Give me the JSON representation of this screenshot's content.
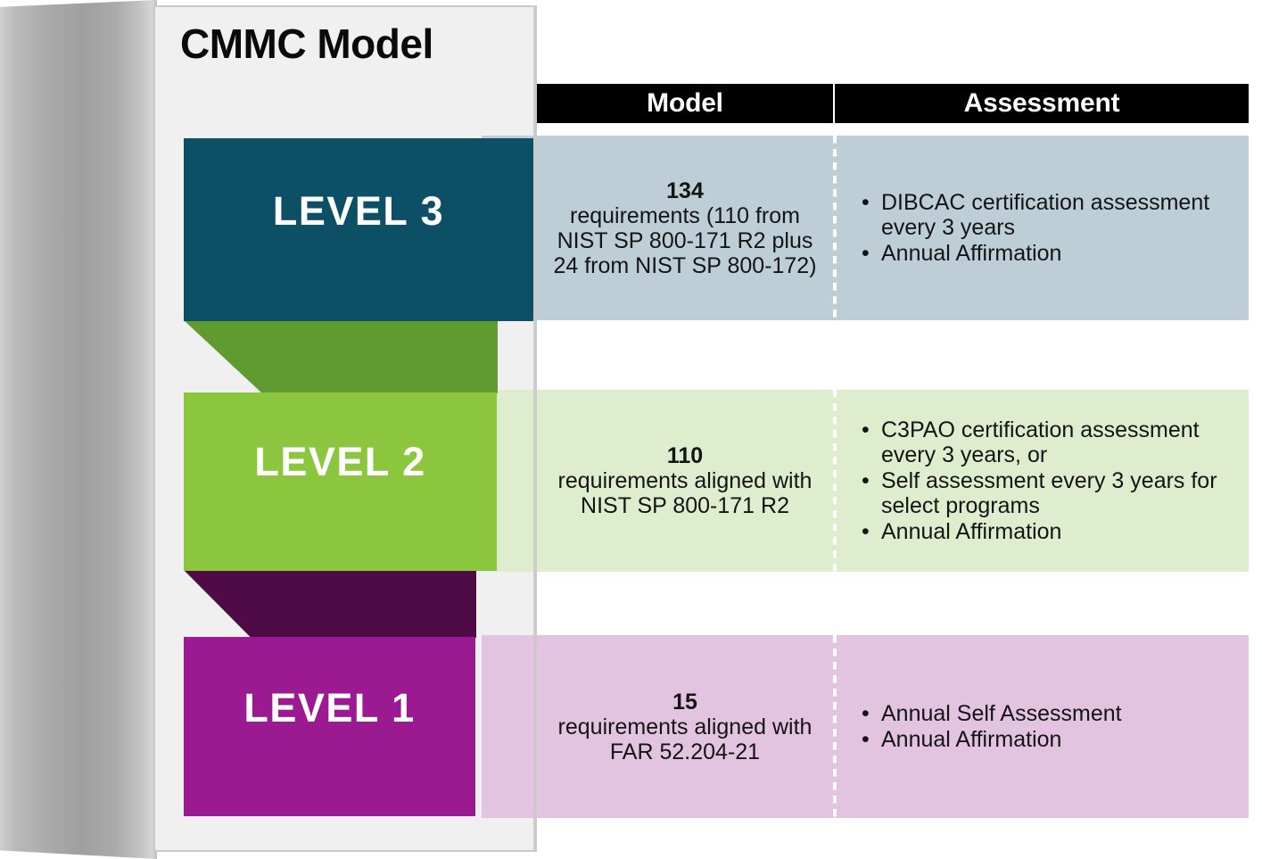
{
  "title": "CMMC Model",
  "colors": {
    "level3": "#0d5066",
    "level3_band": "#bdced6",
    "level3_connector": "#5f9b2e",
    "level2": "#8cc63f",
    "level2_band": "#dfedcf",
    "level2_connector": "#4e0b45",
    "level1": "#9c1a91",
    "level1_band": "#e3c4e0",
    "header_bg": "#000000",
    "header_text": "#ffffff",
    "panel_bg": "#f0f0f0"
  },
  "header": {
    "model": "Model",
    "assessment": "Assessment"
  },
  "levels": [
    {
      "label": "LEVEL 3",
      "model": {
        "count": "134",
        "description": "requirements (110 from NIST SP 800-171 R2 plus 24 from NIST SP 800-172)"
      },
      "assessment": [
        "DIBCAC certification assessment every 3 years",
        "Annual Affirmation"
      ]
    },
    {
      "label": "LEVEL 2",
      "model": {
        "count": "110",
        "description": "requirements aligned with NIST SP 800-171 R2"
      },
      "assessment": [
        "C3PAO certification assessment every 3 years, or",
        "Self assessment every 3 years for select programs",
        "Annual Affirmation"
      ]
    },
    {
      "label": "LEVEL 1",
      "model": {
        "count": "15",
        "description": "requirements aligned with FAR 52.204-21"
      },
      "assessment": [
        "Annual Self Assessment",
        "Annual Affirmation"
      ]
    }
  ]
}
